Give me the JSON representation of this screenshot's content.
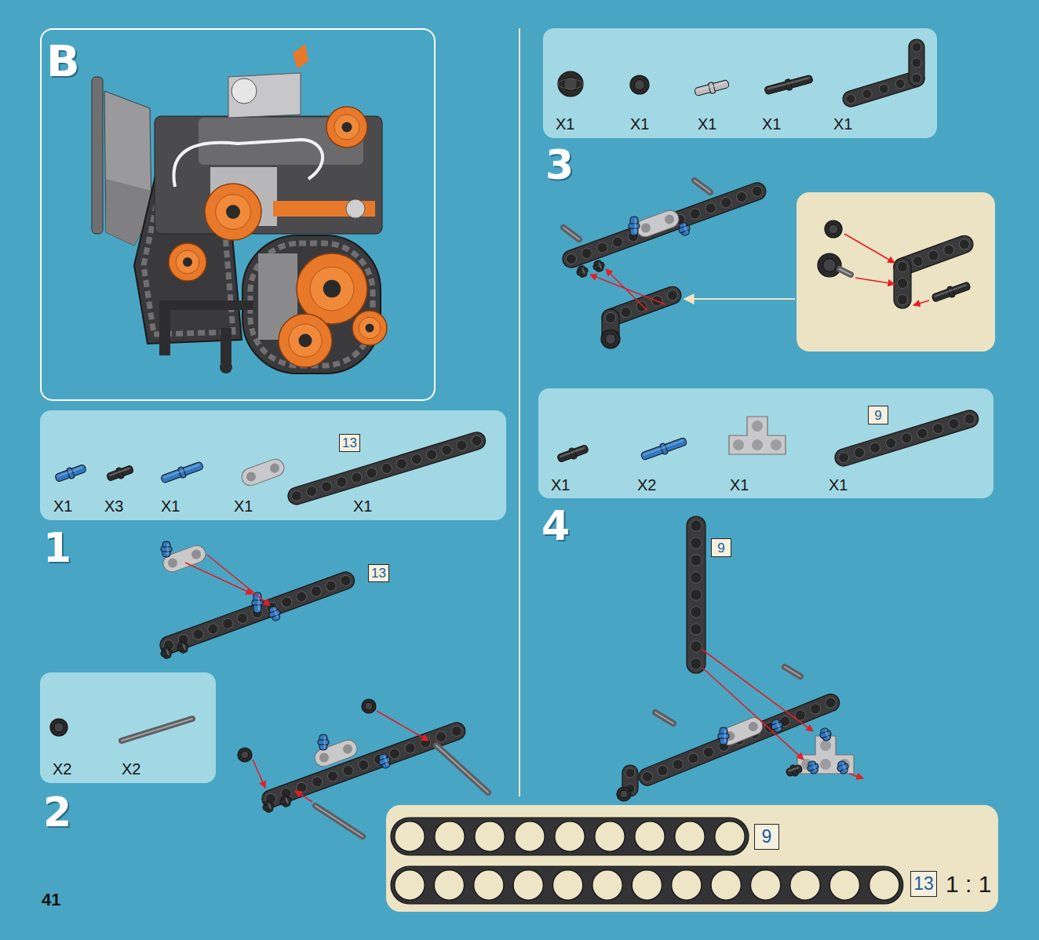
{
  "diagram": {
    "nodes": [
      {
        "text": [
          "B"
        ]
      },
      {
        "text": [
          "X1",
          "X3",
          "X1",
          "X1",
          "X1"
        ]
      },
      {
        "text": [
          "13"
        ],
        "in": 1
      },
      {
        "text": [
          "13"
        ]
      },
      {
        "text": [
          "X2",
          "X2"
        ]
      },
      {
        "text": [
          "X1",
          "X1",
          "X1",
          "X1",
          "X1"
        ]
      },
      {
        "text": [
          "X1",
          "X2",
          "X1",
          "X1"
        ]
      },
      {
        "text": [
          "9"
        ],
        "in": 6
      },
      {
        "text": [
          "9"
        ]
      },
      {
        "text": [
          "1 : 1"
        ]
      },
      {
        "text": [
          "9"
        ],
        "in": 9
      },
      {
        "text": [
          "13"
        ],
        "in": 9
      }
    ],
    "labels": [
      "1",
      "2",
      "3",
      "4",
      "41"
    ]
  }
}
